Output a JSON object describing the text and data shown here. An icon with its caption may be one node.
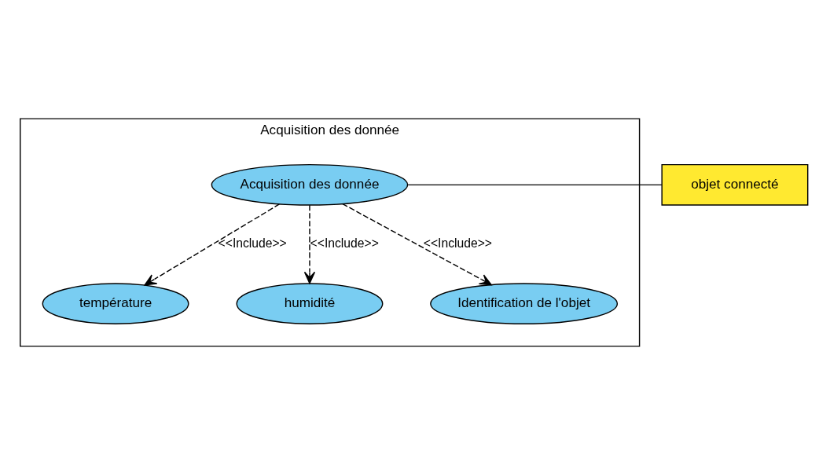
{
  "diagram": {
    "nodes": [
      {
        "text": [
          "Acquisition des donnée"
        ]
      },
      {
        "text": [
          "température"
        ],
        "in": 0
      },
      {
        "text": [
          "humidité"
        ],
        "in": 0
      },
      {
        "text": [
          "Acquisition des donnée"
        ],
        "in": 0
      },
      {
        "text": [
          "Identification de l'objet"
        ],
        "in": 0
      },
      {
        "text": [
          "objet connecté"
        ]
      }
    ],
    "edges": [
      {
        "from": 3,
        "to": 1,
        "arrow": "to",
        "style": "dashed",
        "label": "<<Include>>"
      },
      {
        "from": 3,
        "to": 2,
        "arrow": "to",
        "style": "dashed",
        "label": "<<Include>>"
      },
      {
        "from": 3,
        "to": 4,
        "arrow": "to",
        "style": "dashed",
        "label": "<<Include>>"
      },
      {
        "from": 5,
        "to": 3,
        "arrow": "none"
      }
    ]
  }
}
